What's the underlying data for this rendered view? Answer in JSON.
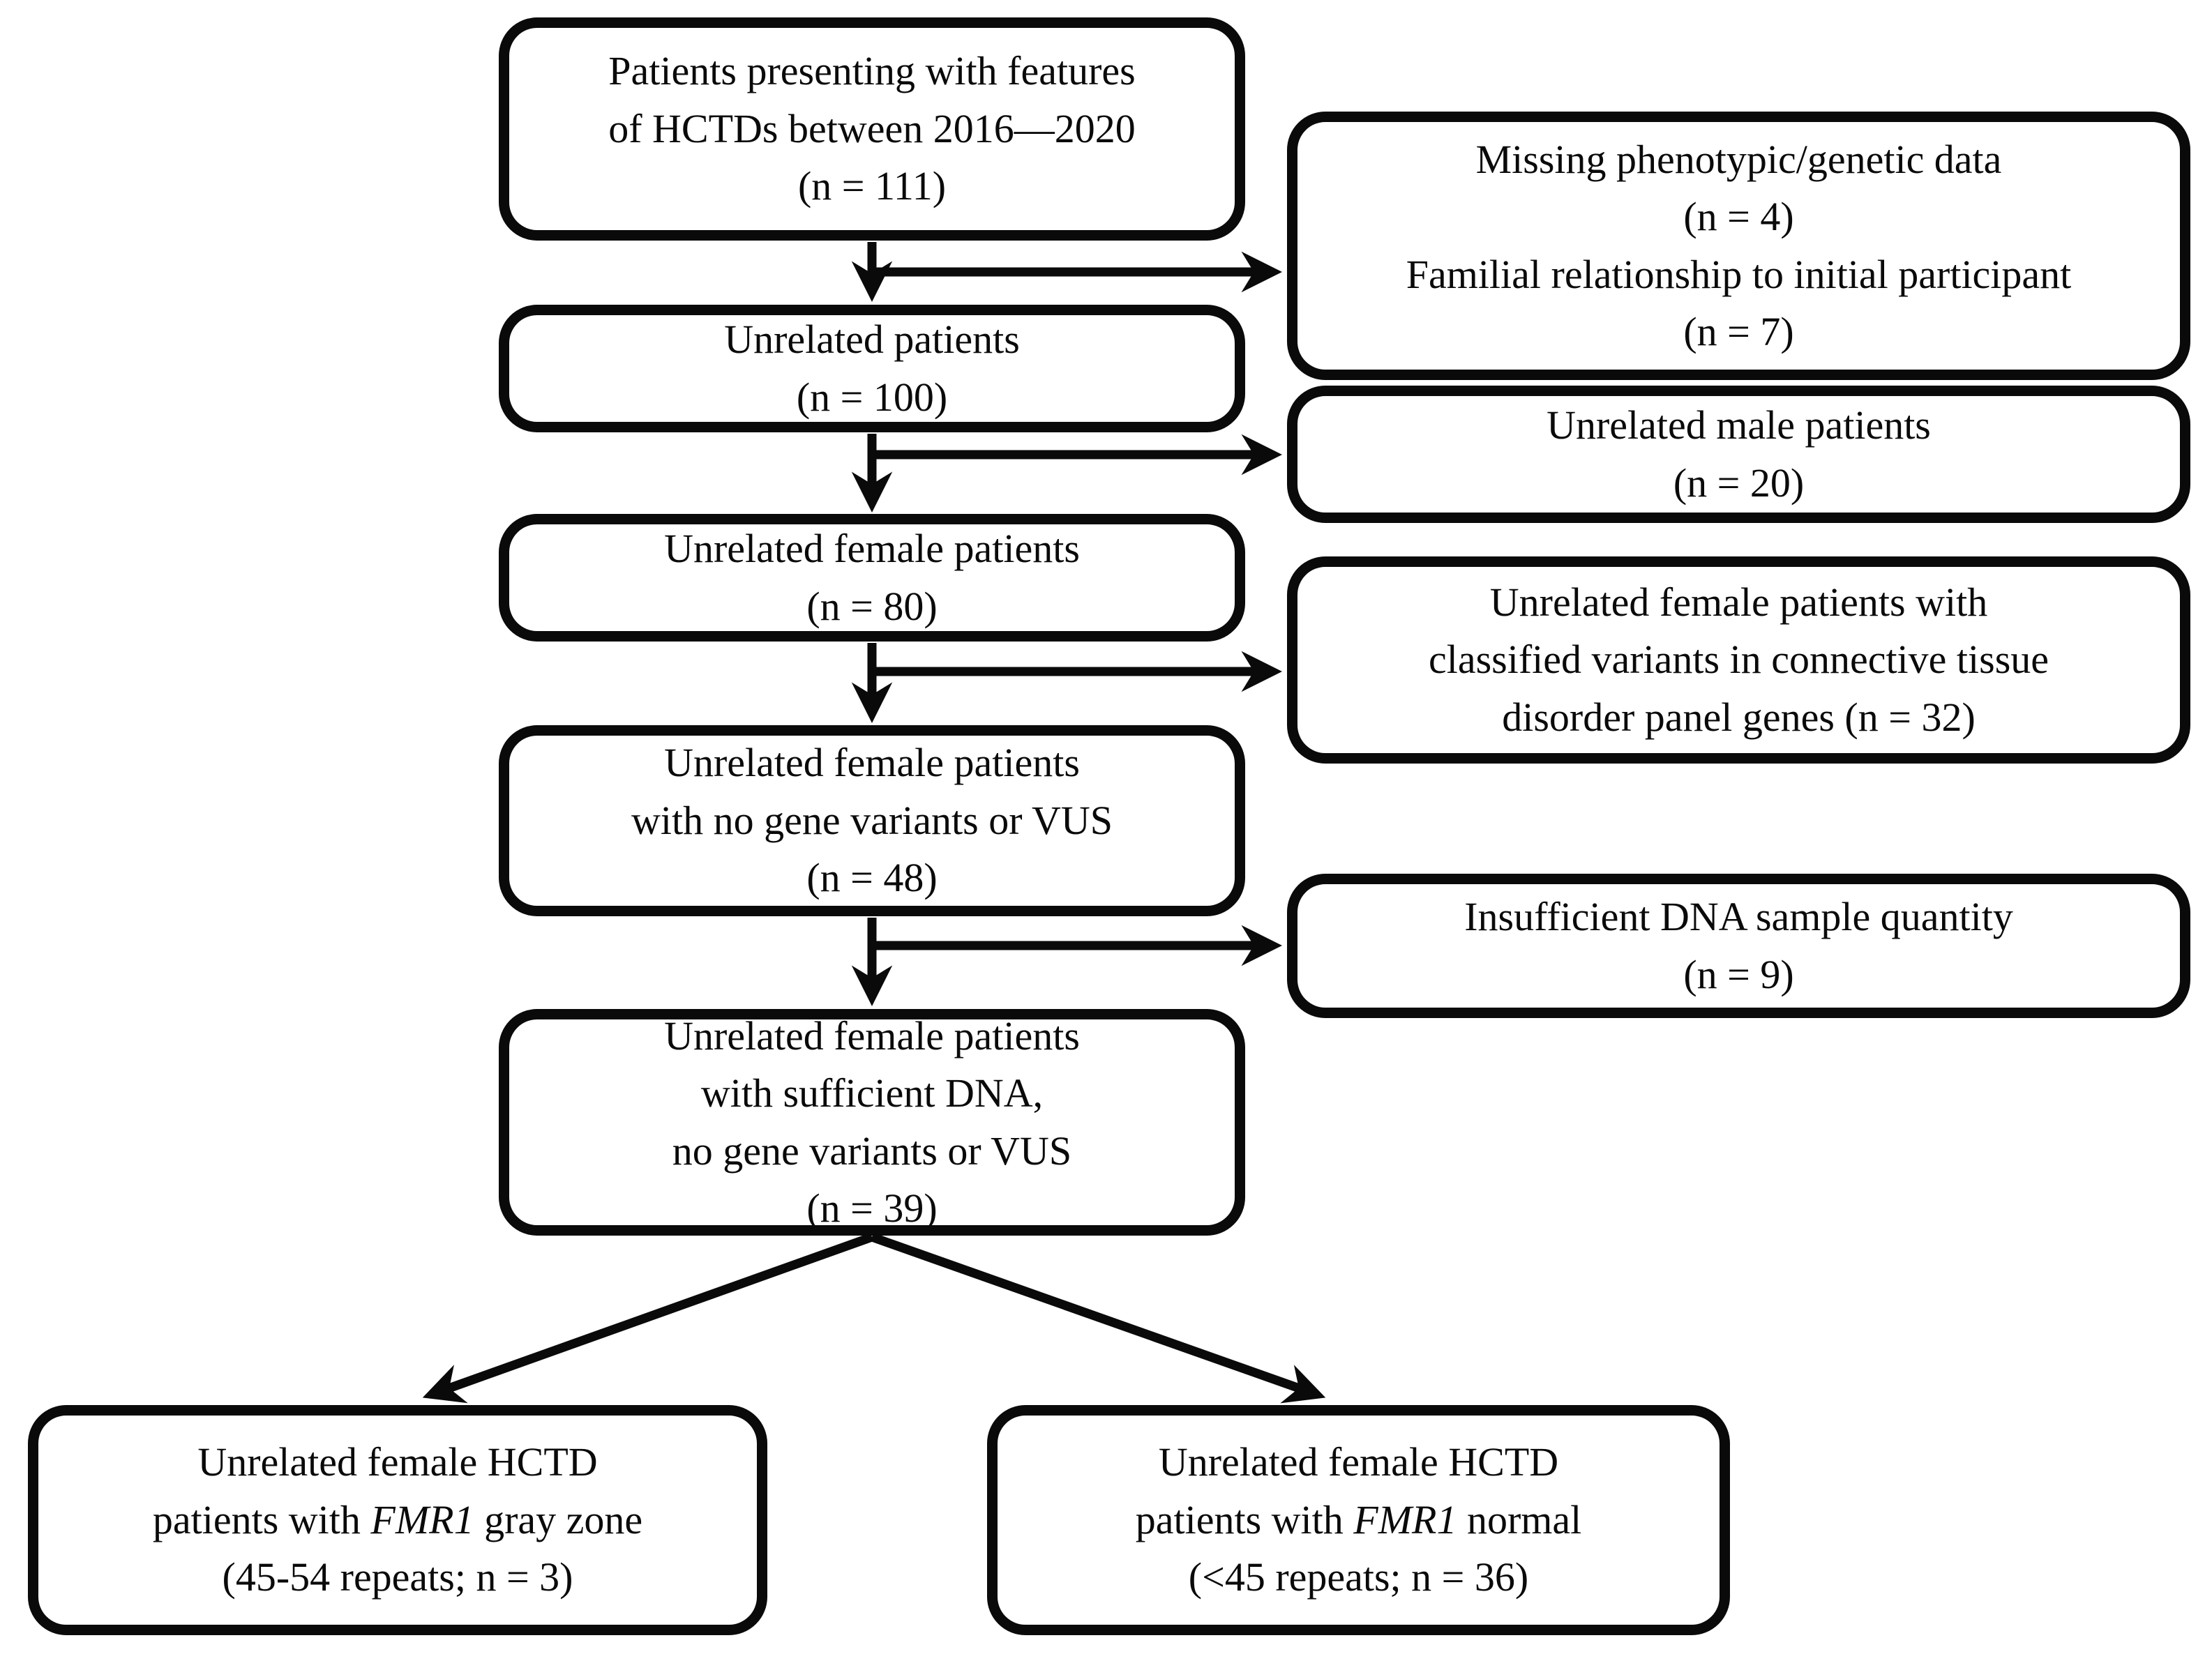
{
  "figure": {
    "kind": "patient-selection-flowchart",
    "colors": {
      "background": "#ffffff",
      "box_border": "#0a0a0a",
      "arrow": "#0a0a0a",
      "text": "#0a0a0a"
    },
    "main": [
      {
        "lines": [
          "Patients presenting with features",
          "of HCTDs between 2016—2020",
          "(n = 111)"
        ]
      },
      {
        "lines": [
          "Unrelated patients",
          "(n = 100)"
        ]
      },
      {
        "lines": [
          "Unrelated female patients",
          "(n = 80)"
        ]
      },
      {
        "lines": [
          "Unrelated female patients",
          "with no gene variants or VUS",
          "(n = 48)"
        ]
      },
      {
        "lines": [
          "Unrelated female patients",
          "with sufficient DNA,",
          "no gene variants or VUS",
          "(n = 39)"
        ]
      }
    ],
    "excluded": [
      {
        "lines": [
          "Missing phenotypic/genetic data",
          "(n = 4)",
          "Familial relationship to initial participant",
          "(n = 7)"
        ]
      },
      {
        "lines": [
          "Unrelated male patients",
          "(n = 20)"
        ]
      },
      {
        "lines": [
          "Unrelated female patients with",
          "classified variants in connective tissue",
          "disorder panel genes (n = 32)"
        ]
      },
      {
        "lines": [
          "Insufficient DNA sample quantity",
          "(n = 9)"
        ]
      }
    ],
    "outcomes": {
      "gray_zone": {
        "line1": "Unrelated female HCTD",
        "line2_pre": "patients with ",
        "line2_italic": "FMR1",
        "line2_post": " gray zone",
        "line3": "(45-54 repeats; n = 3)"
      },
      "normal": {
        "line1": "Unrelated female HCTD",
        "line2_pre": "patients with ",
        "line2_italic": "FMR1",
        "line2_post": " normal",
        "line3": "(<45 repeats; n = 36)"
      }
    }
  }
}
